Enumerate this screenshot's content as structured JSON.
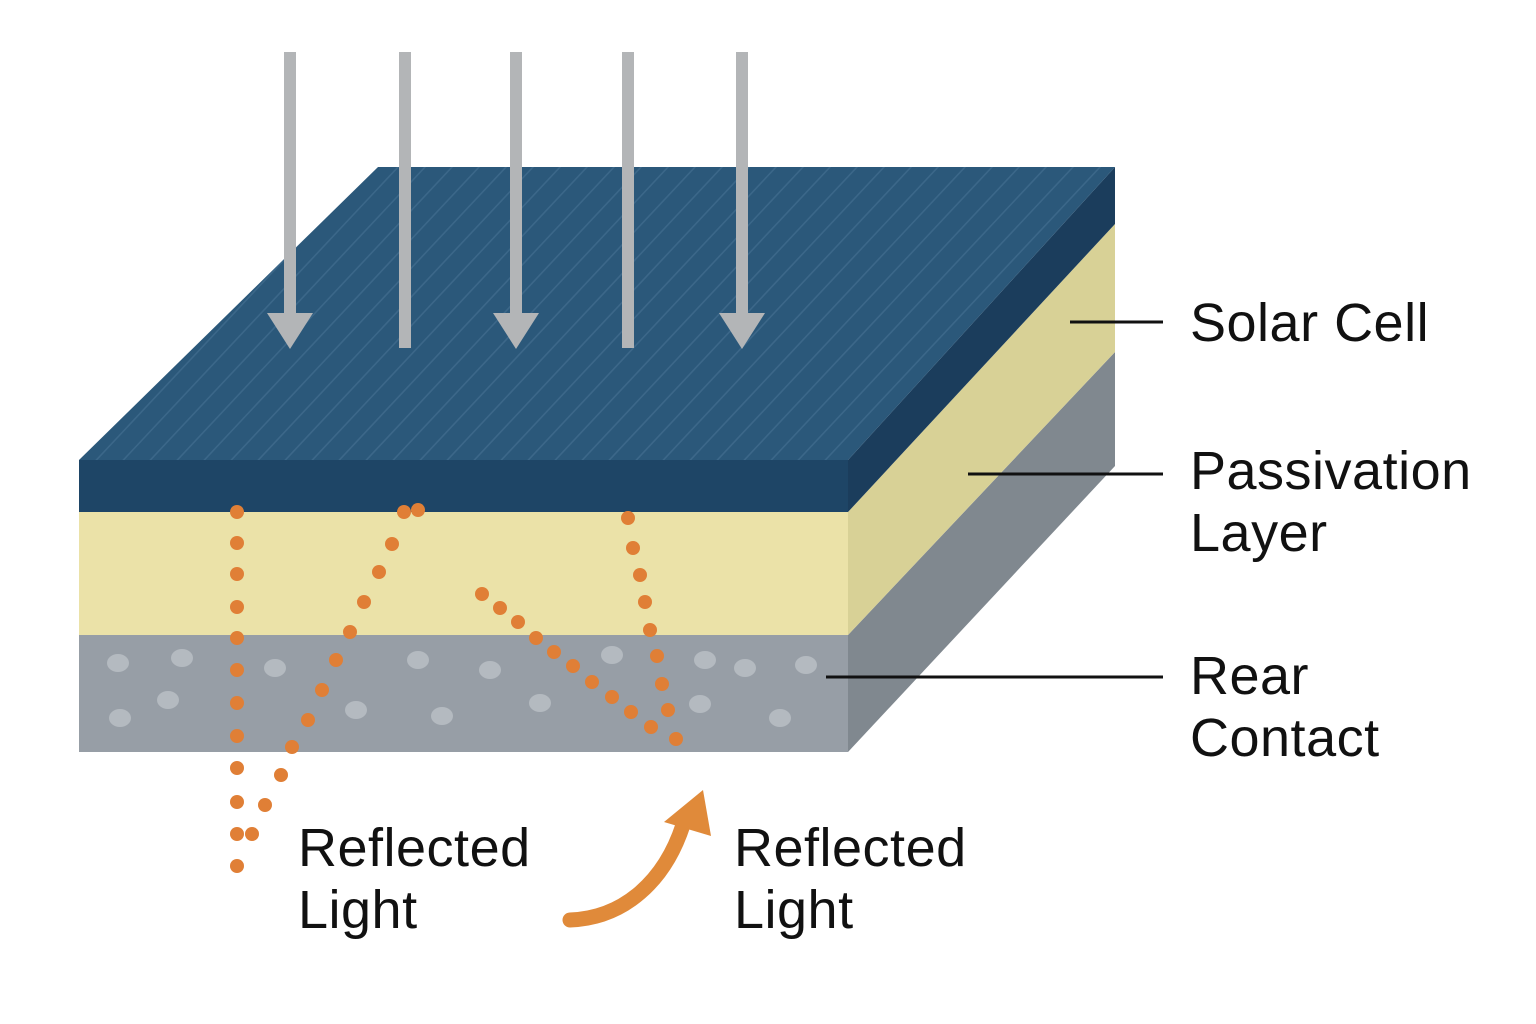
{
  "labels": {
    "solar_cell": "Solar Cell",
    "passivation_line1": "Passivation",
    "passivation_line2": "Layer",
    "rear_line1": "Rear",
    "rear_line2": "Contact",
    "reflected_left_line1": "Reflected",
    "reflected_left_line2": "Light",
    "reflected_right_line1": "Reflected",
    "reflected_right_line2": "Light"
  },
  "icons": {
    "incoming": "down-arrow-icon",
    "reflected": "curved-up-arrow-icon"
  },
  "colors": {
    "solar_top": "#2b587a",
    "solar_front": "#1e4566",
    "solar_side": "#1b3d5c",
    "passivation_front": "#ebe2a8",
    "passivation_side": "#d8d196",
    "rear_front": "#979ea6",
    "rear_side": "#80888f",
    "light_arrow": "#b3b5b7",
    "photon": "#e07f36",
    "leader_line": "#111111"
  }
}
